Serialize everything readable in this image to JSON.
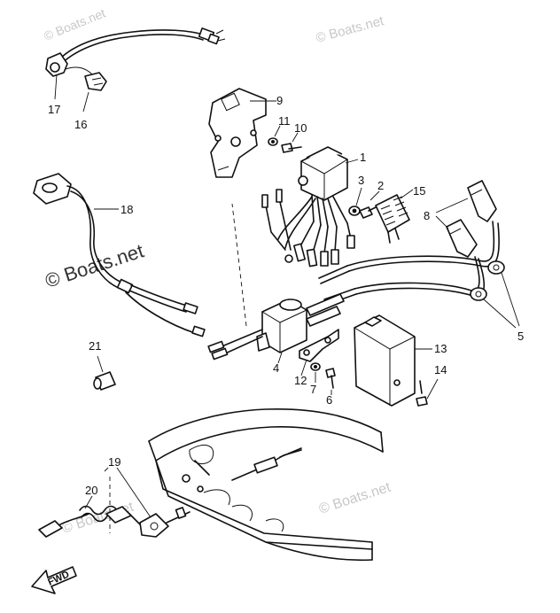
{
  "watermarks": [
    "© Boats.net",
    "© Boats.net",
    "© Boats.net",
    "© Boats.net",
    "© Boats.net"
  ],
  "parts": [
    "1",
    "2",
    "3",
    "4",
    "5",
    "6",
    "7",
    "8",
    "9",
    "10",
    "11",
    "12",
    "13",
    "14",
    "15",
    "16",
    "17",
    "18",
    "19",
    "20",
    "21"
  ],
  "direction_label": "FWD"
}
